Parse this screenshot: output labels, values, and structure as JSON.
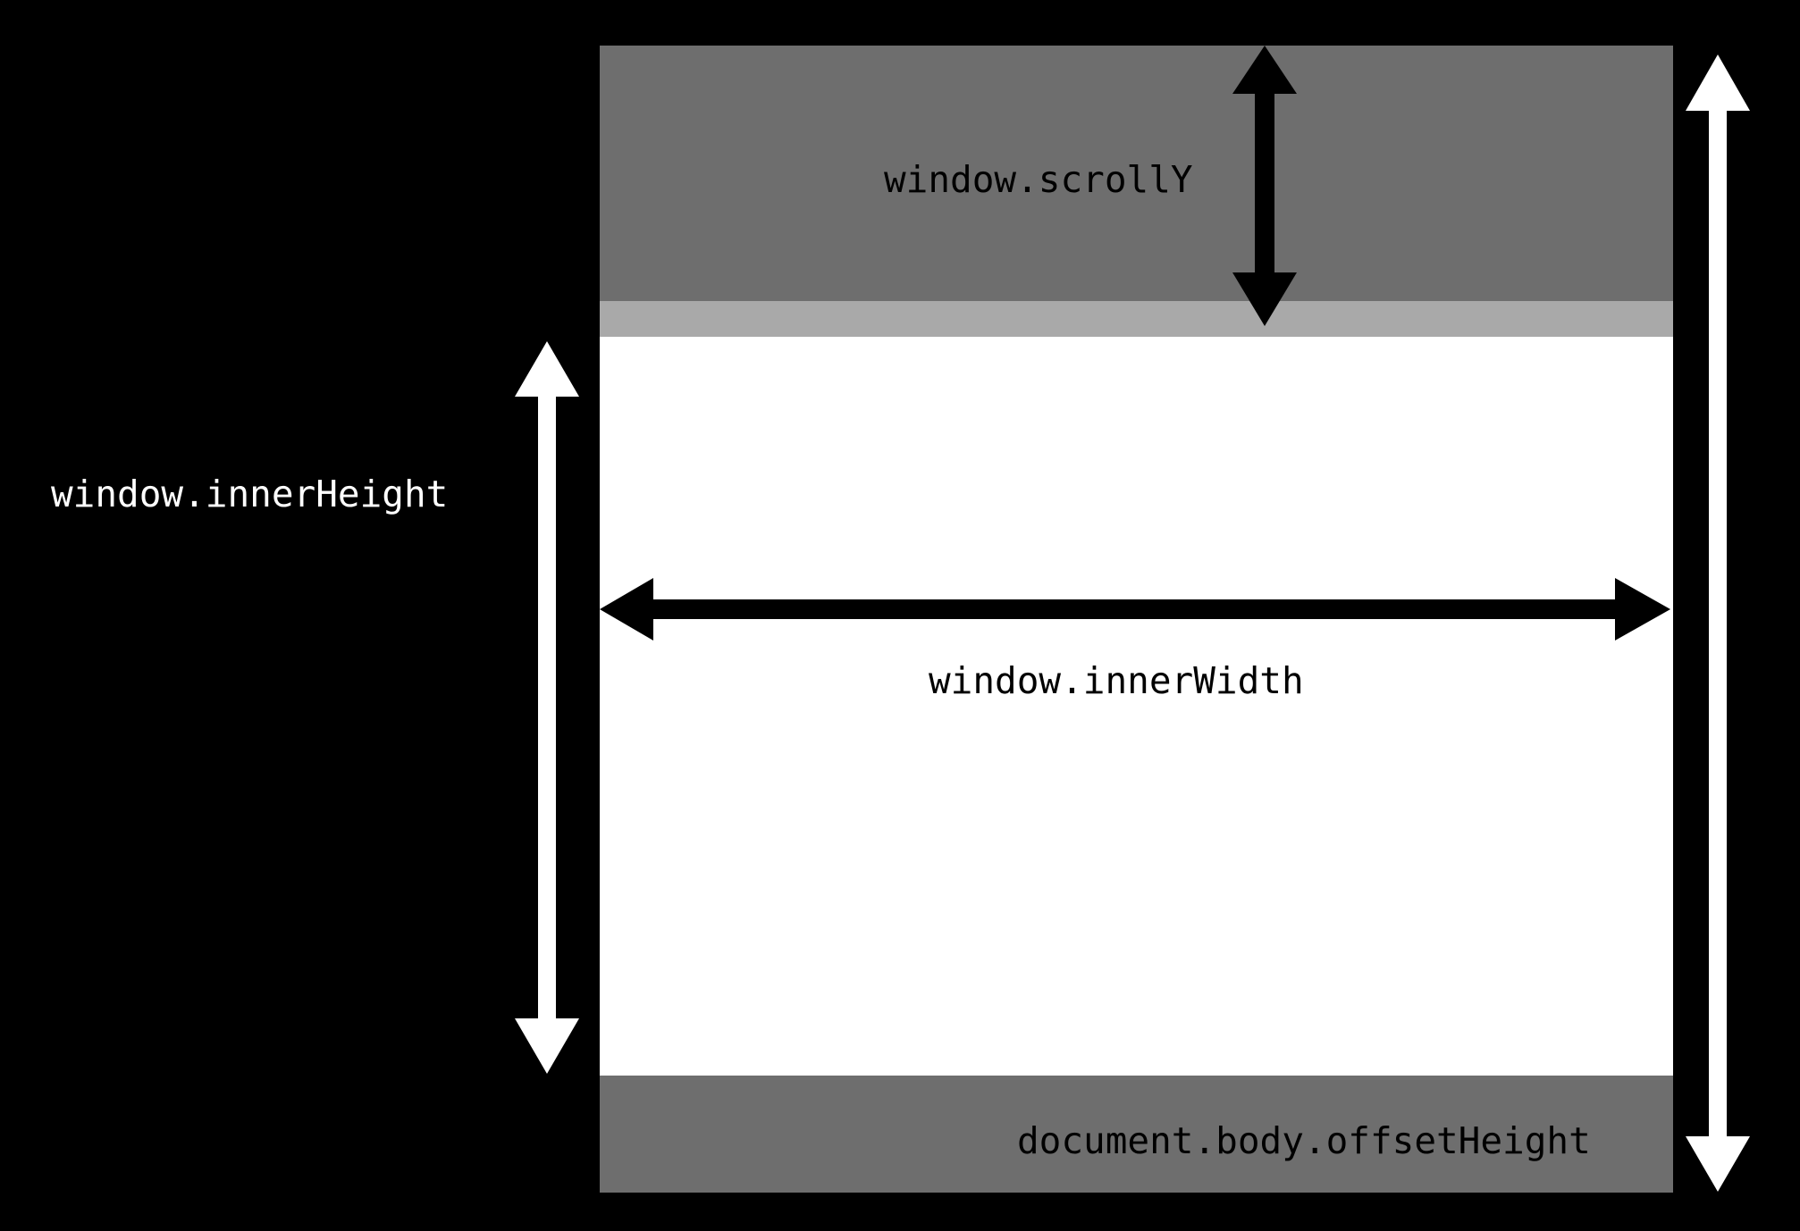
{
  "diagram": {
    "labels": {
      "scroll_y": "window.scrollY",
      "inner_height": "window.innerHeight",
      "inner_width": "window.innerWidth",
      "body_offset_height": "document.body.offsetHeight"
    },
    "colors": {
      "background": "#000000",
      "scrolled_region": "#6e6e6e",
      "scroll_edge": "#a9a9a9",
      "viewport": "#ffffff",
      "below_region": "#6e6e6e",
      "dark_arrow": "#000000",
      "light_arrow": "#ffffff",
      "dark_text": "#000000",
      "light_text": "#ffffff"
    }
  }
}
